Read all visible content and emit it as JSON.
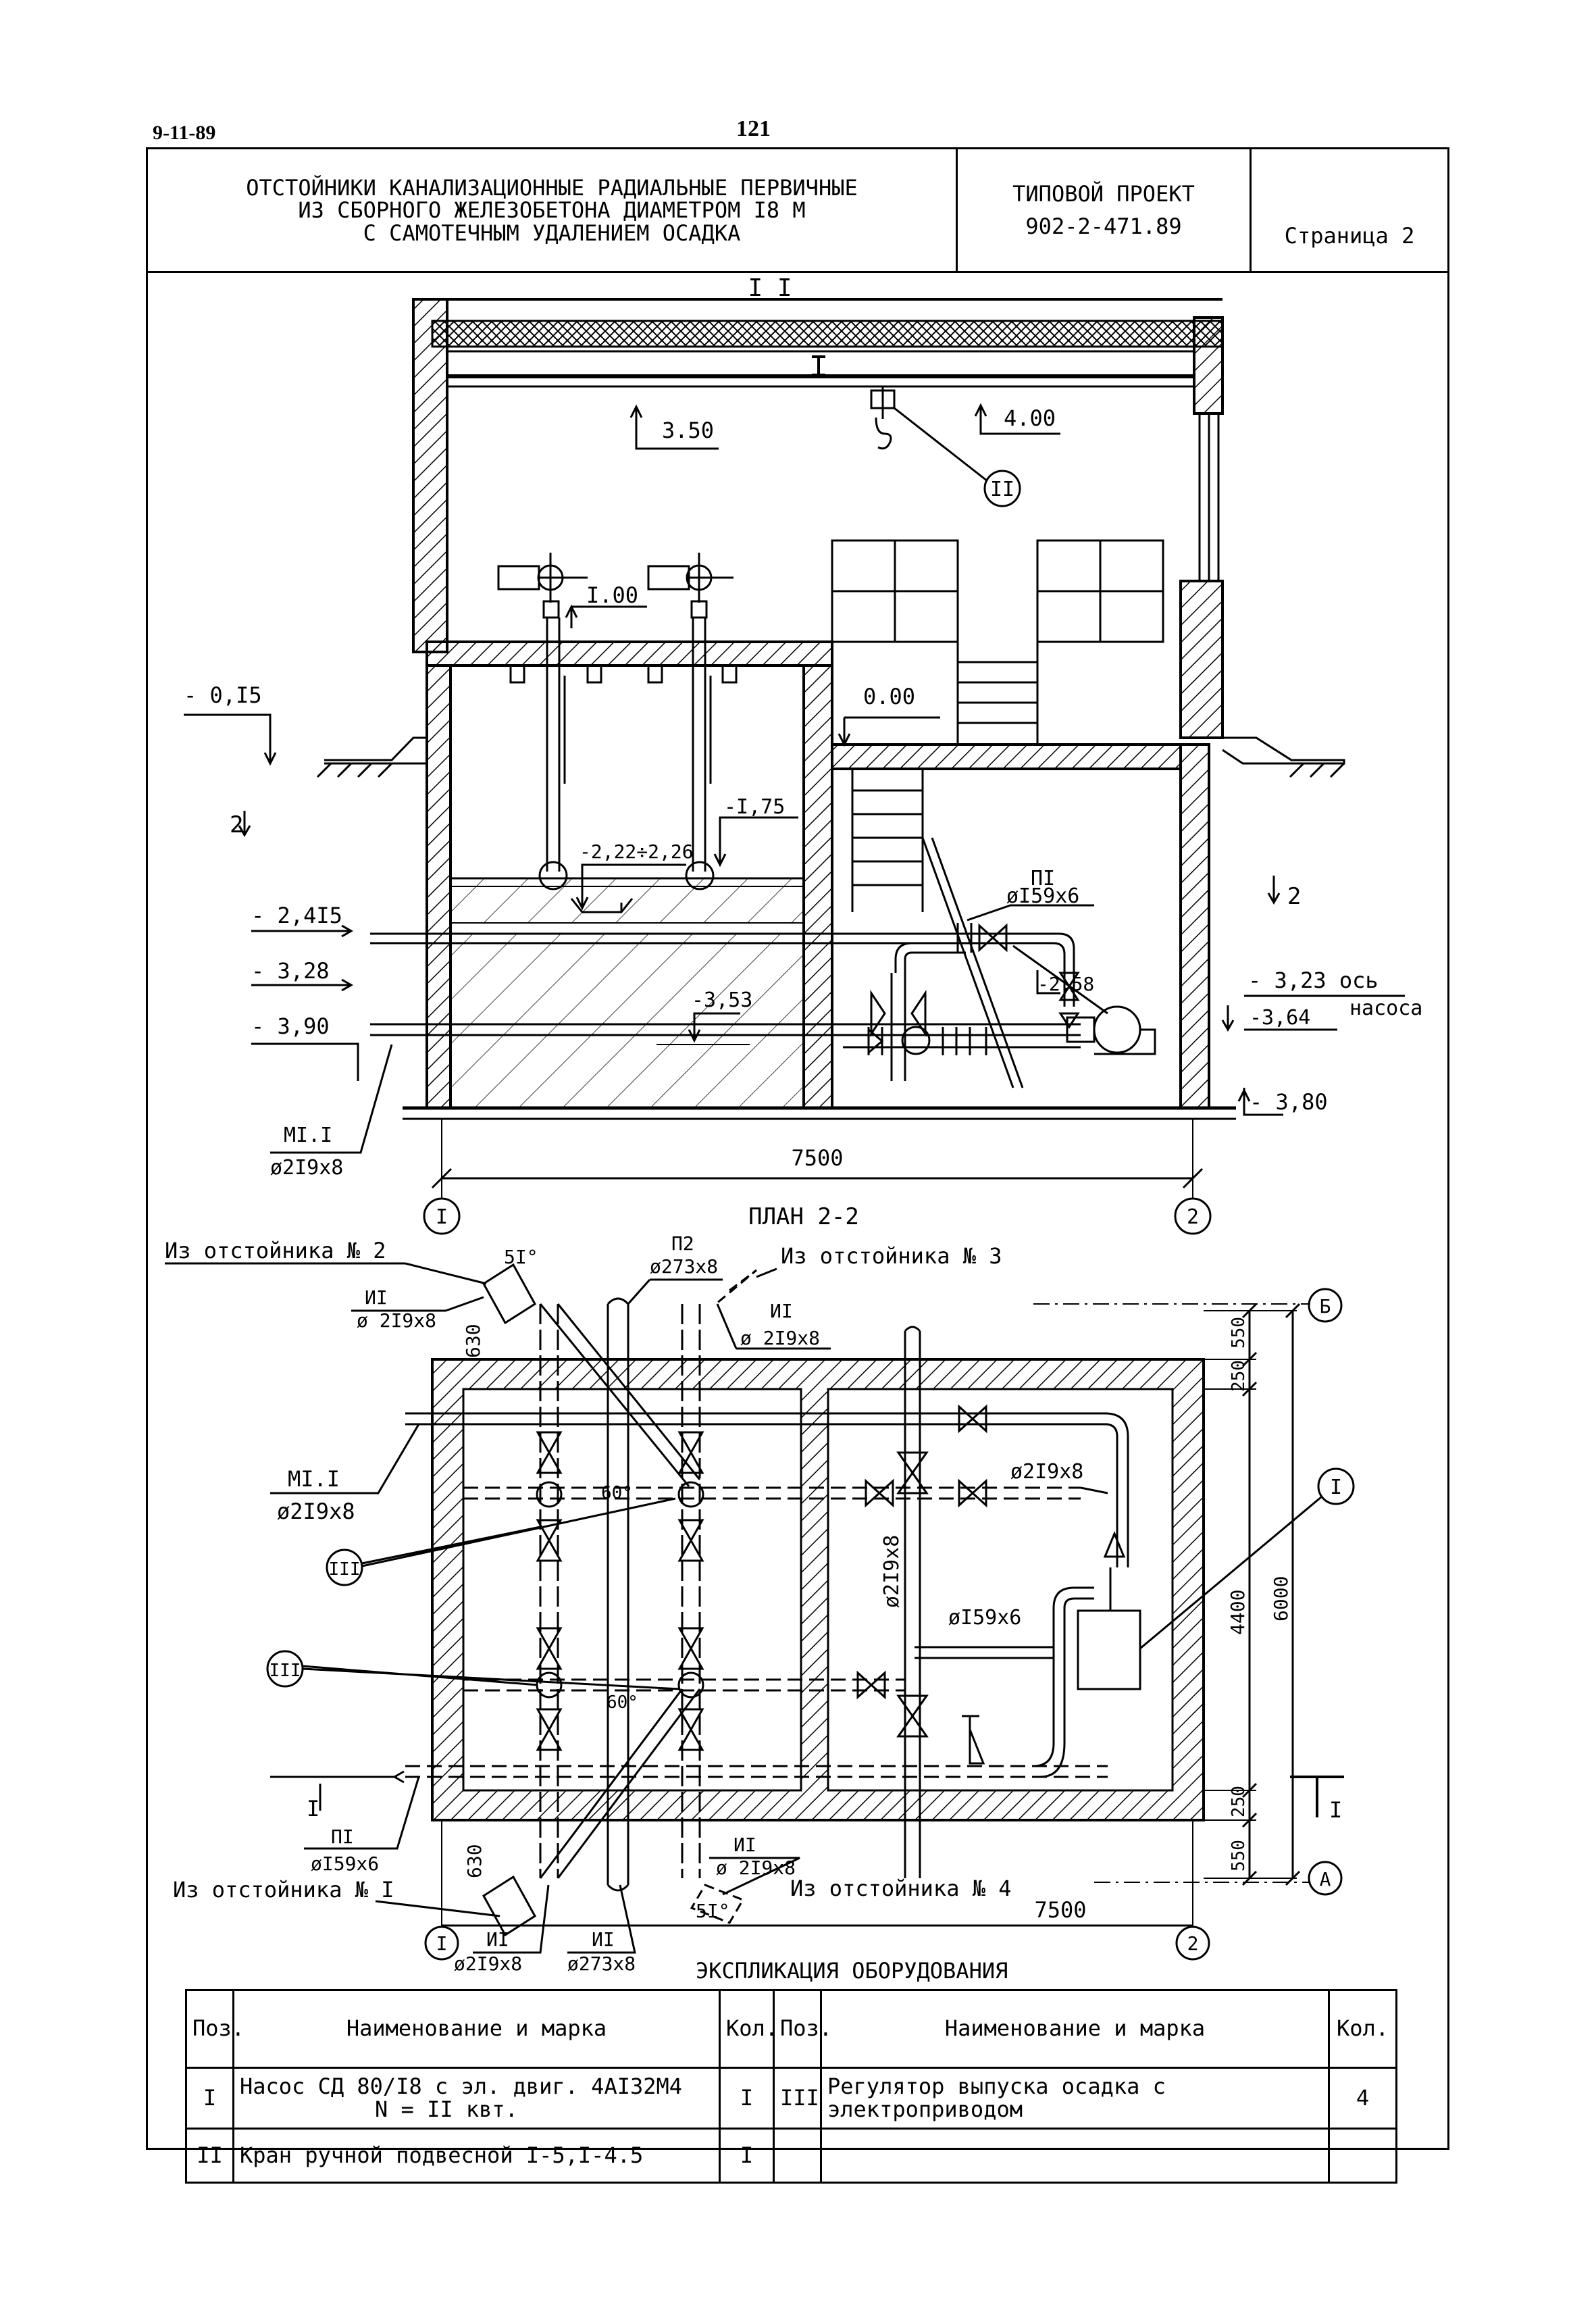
{
  "sheet": {
    "code": "9-11-89",
    "page_number": "121"
  },
  "title_block": {
    "title_lines": [
      "ОТСТОЙНИКИ КАНАЛИЗАЦИОННЫЕ РАДИАЛЬНЫЕ ПЕРВИЧНЫЕ",
      "ИЗ СБОРНОГО ЖЕЛЕЗОБЕТОНА ДИАМЕТРОМ I8 М",
      "С САМОТЕЧНЫМ УДАЛЕНИЕМ ОСАДКА"
    ],
    "project_label": "ТИПОВОЙ ПРОЕКТ",
    "project_code": "902-2-471.89",
    "page_label": "Страница 2"
  },
  "section": {
    "title": "I I",
    "elevations": {
      "e350": "3.50",
      "e400": "4.00",
      "e100": "I.00",
      "em015": "- 0,I5",
      "e000": "0.00",
      "em175": "-I,75",
      "em222": "-2,22÷2,26",
      "em2415": "- 2,4I5",
      "em328": "- 3,28",
      "em353": "-3,53",
      "em390": "- 3,90",
      "em258": "-2,58",
      "em323": "- 3,23 ось",
      "pump_word": "насоса",
      "em364": "-3,64",
      "em380": "- 3,80"
    },
    "pipes": {
      "p1": "ПI",
      "p1_dia": "øI59x6",
      "m1": "MI.I",
      "m1_dia": "ø2I9x8"
    },
    "dim_width": "7500",
    "axis_1": "I",
    "axis_2": "2",
    "callout_II": "II",
    "cut_mark": "2"
  },
  "plan": {
    "title": "ПЛАН 2-2",
    "labels": {
      "from2": "Из отстойника № 2",
      "from3": "Из отстойника № 3",
      "from1": "Из отстойника № I",
      "from4": "Из отстойника № 4",
      "u1": "ИI",
      "u1_dia": "ø 2I9x8",
      "p2": "П2",
      "p2_dia": "ø273x8",
      "m1": "MI.I",
      "m1_dia": "ø2I9x8",
      "p1": "ПI",
      "p1_dia": "øI59x6",
      "dia219": "ø2I9x8",
      "dia159": "øI59x6",
      "dia273": "ø273x8",
      "ang51": "5I°",
      "ang60": "60°"
    },
    "dims": {
      "d630": "630",
      "d550": "550",
      "d250": "250",
      "d4400": "4400",
      "d6000": "6000",
      "d7500": "7500"
    },
    "axis_A": "А",
    "axis_B": "Б",
    "axis_1": "I",
    "axis_2": "2",
    "callout_I": "I",
    "callout_III": "III",
    "cut_I": "I"
  },
  "equipment": {
    "title": "ЭКСПЛИКАЦИЯ ОБОРУДОВАНИЯ",
    "headers": {
      "pos": "Поз.",
      "name": "Наименование и марка",
      "qty": "Кол."
    },
    "rows": [
      {
        "pos": "I",
        "name_line1": "Насос СД 80/I8 с эл. двиг. 4АI32М4",
        "name_line2": "N = II квт.",
        "qty": "I",
        "pos2": "III",
        "name2_line1": "Регулятор выпуска осадка с",
        "name2_line2": "электроприводом",
        "qty2": "4"
      },
      {
        "pos": "II",
        "name_line1": "Кран ручной подвесной I-5,I-4.5",
        "qty": "I"
      }
    ]
  },
  "colors": {
    "ink": "#000000",
    "paper": "#ffffff"
  }
}
